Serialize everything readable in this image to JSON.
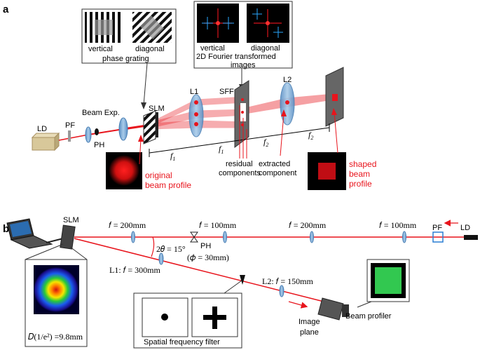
{
  "panels": {
    "a": "a",
    "b": "b"
  },
  "a": {
    "gratings": {
      "vertical": "vertical",
      "diagonal": "diagonal",
      "caption": "phase grating"
    },
    "fourier": {
      "vertical": "vertical",
      "diagonal": "diagonal",
      "caption_line1": "2D Fourier transformed",
      "caption_line2": "images"
    },
    "components": {
      "ld": "LD",
      "pf": "PF",
      "ph": "PH",
      "beam_exp": "Beam Exp.",
      "slm": "SLM",
      "l1": "L1",
      "sff": "SFF",
      "l2": "L2"
    },
    "focal": {
      "f1": "f",
      "f1_sub": "1",
      "f2": "f",
      "f2_sub": "2"
    },
    "annotations": {
      "original_line1": "original",
      "original_line2": "beam profile",
      "residual_line1": "residual",
      "residual_line2": "components",
      "extracted_line1": "extracted",
      "extracted_line2": "component",
      "shaped_line1": "shaped",
      "shaped_line2": "beam",
      "shaped_line3": "profile"
    }
  },
  "b": {
    "slm": "SLM",
    "ld": "LD",
    "pf": "PF",
    "lenses": {
      "f200_left": "𝑓 = 200mm",
      "f100_left": "𝑓 = 100mm",
      "f200_right": "𝑓 = 200mm",
      "f100_right": "𝑓 = 100mm"
    },
    "angle": "2𝜃 = 15°",
    "ph": "PH",
    "ph_dia": "(𝜙 = 30mm)",
    "l1": "L1: 𝑓 = 300mm",
    "l2": "L2: 𝑓 = 150mm",
    "spatial_filter": "Spatial frequency filter",
    "image_plane_line1": "Image",
    "image_plane_line2": "plane",
    "beam_profiler": "Beam profiler",
    "diameter": "𝐷(1/e²) =9.8mm"
  },
  "colors": {
    "beam": "#e8141c",
    "lens": "#8fb8dc",
    "bg": "#ffffff"
  }
}
